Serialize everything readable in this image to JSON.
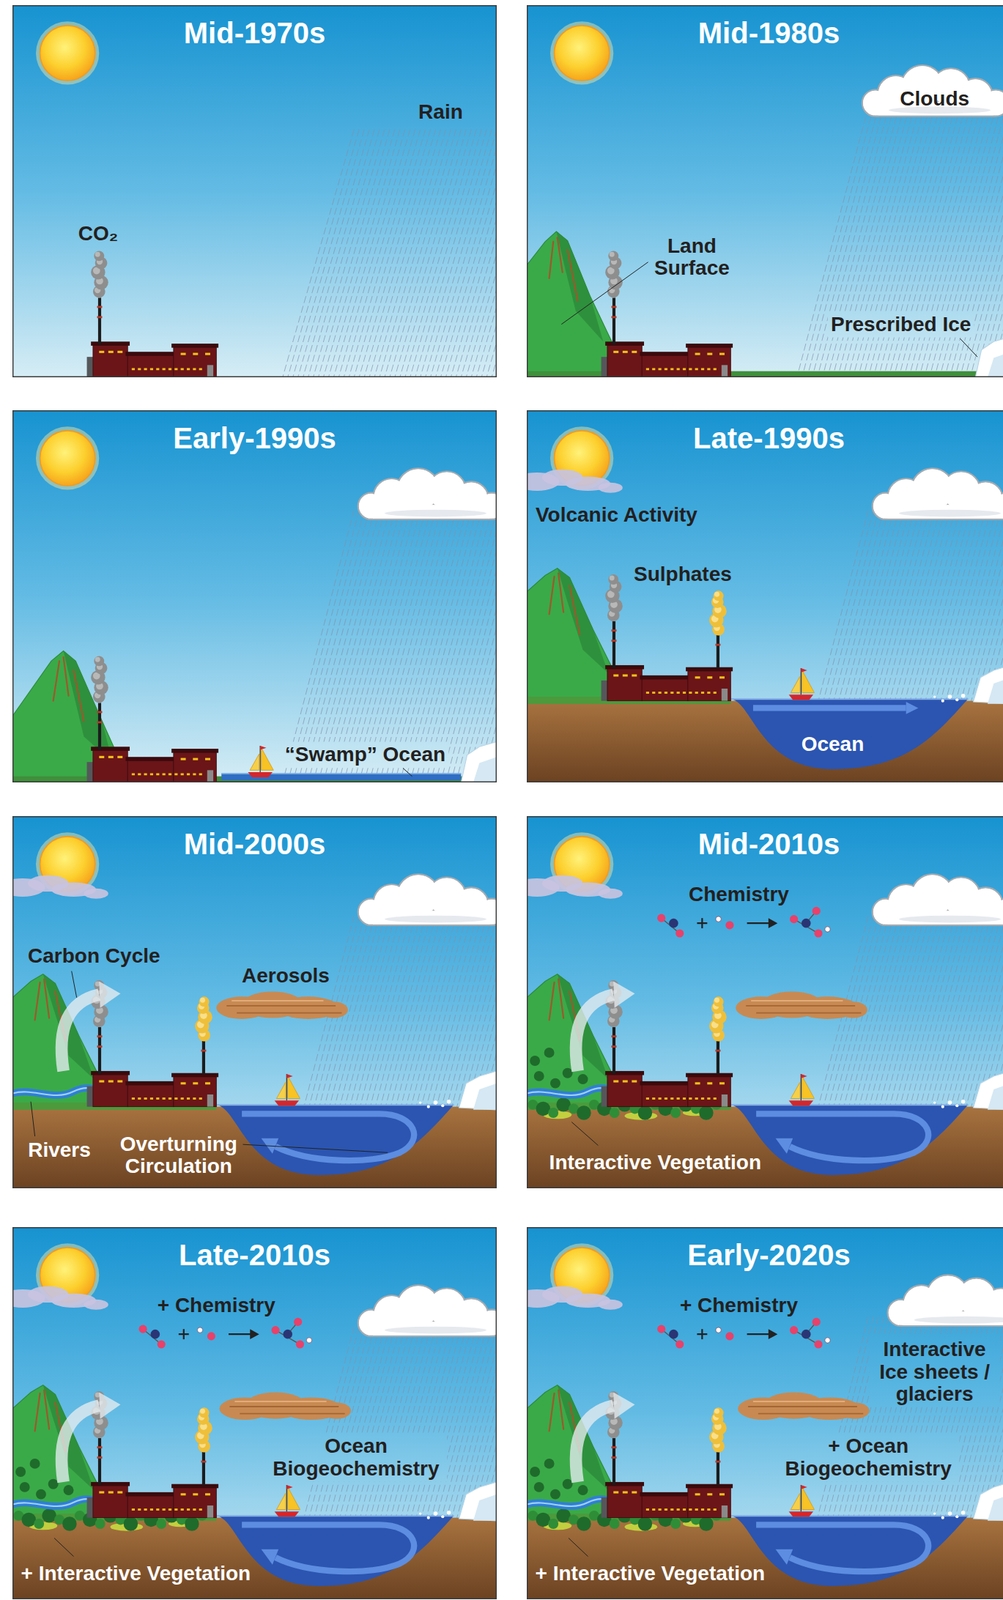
{
  "diagram": {
    "nodes": [
      {
        "text": [
          "Mid-1970s"
        ]
      },
      {
        "text": [
          "Mid-1980s"
        ]
      },
      {
        "text": [
          "Early-1990s"
        ]
      },
      {
        "text": [
          "Late-1990s"
        ]
      },
      {
        "text": [
          "Mid-2000s"
        ]
      },
      {
        "text": [
          "Mid-2010s"
        ]
      },
      {
        "text": [
          "Late-2010s"
        ]
      },
      {
        "text": [
          "Early-2020s"
        ]
      }
    ],
    "labels": [
      "Rain",
      "CO₂",
      "Clouds",
      "Land Surface",
      "Prescribed Ice",
      "“Swamp” Ocean",
      "Volcanic Activity",
      "Sulphates",
      "Ocean",
      "Carbon Cycle",
      "Aerosols",
      "Rivers",
      "Overturning Circulation",
      "Chemistry",
      "Interactive Vegetation",
      "+ Chemistry",
      "Ocean Biogeochemistry",
      "+ Interactive Vegetation",
      "+ Chemistry",
      "Interactive Ice sheets / glaciers",
      "+ Ocean Biogeochemistry",
      "+ Interactive Vegetation"
    ]
  }
}
